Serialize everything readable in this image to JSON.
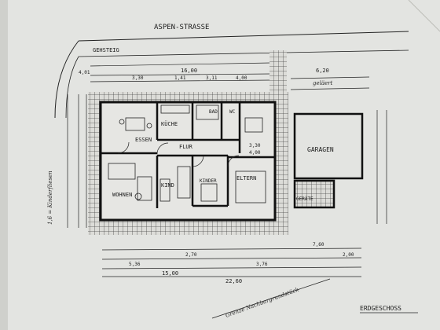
{
  "street": {
    "name": "ASPEN-STRASSE",
    "sidewalk": "GEHSTEIG"
  },
  "rooms": {
    "kueche": "KÜCHE",
    "essen": "ESSEN",
    "flur": "FLUR",
    "bad": "BAD",
    "wc": "WC",
    "wohnen": "WOHNEN",
    "kind": "KIND",
    "kinder": "KINDER",
    "eltern": "ELTERN",
    "garagen": "GARAGEN",
    "geraete": "GERÄTE"
  },
  "dimensions": {
    "top_overall": "16,00",
    "top_row": [
      "4,01",
      "3,30",
      "1,41",
      "3,11",
      "4,00"
    ],
    "garage_width": "6,20",
    "gelaert": "geläert",
    "bottom_overall": "15,00",
    "bottom_total": "22,60",
    "bottom_row": [
      "5,36",
      "2,70",
      "3,76",
      "2,00"
    ],
    "right_garage": "7,60",
    "height_row": [
      "3,30",
      "4,00"
    ]
  },
  "annotations": {
    "side_note": "1,6 = Kinderfliesen",
    "bottom_note": "Grenze Nachbargrundstück",
    "floor_title": "ERDGESCHOSS"
  },
  "colors": {
    "paper": "#e3e4e1",
    "ink": "#1c1c1c",
    "grid": "#5a5a5a"
  }
}
